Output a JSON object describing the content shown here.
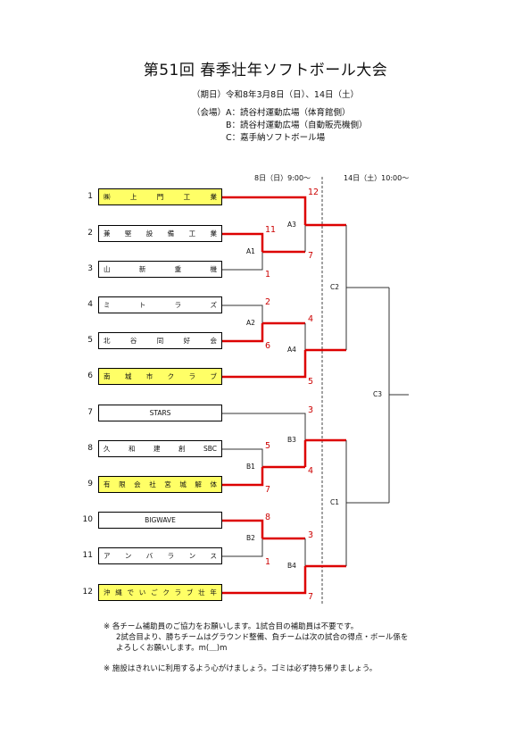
{
  "title": "第51回 春季壮年ソフトボール大会",
  "schedule": {
    "date_label": "（期日）",
    "date_value": "令和8年3月8日（日）、14日（土）",
    "venue_label": "（会場）",
    "venues": [
      "A：読谷村運動広場（体育館側）",
      "B：読谷村運動広場（自動販売機側）",
      "C：嘉手納ソフトボール場"
    ]
  },
  "columns": {
    "day1": "8日（日）9:00～",
    "day2": "14日（土）10:00～"
  },
  "teams": [
    {
      "num": "1",
      "chars": [
        "㈱",
        "上",
        "門",
        "工",
        "業"
      ],
      "hl": true
    },
    {
      "num": "2",
      "chars": [
        "兼",
        "堅",
        "設",
        "備",
        "工",
        "業"
      ],
      "hl": false
    },
    {
      "num": "3",
      "chars": [
        "山",
        "新",
        "重",
        "機"
      ],
      "hl": false
    },
    {
      "num": "4",
      "chars": [
        "ミ",
        "ト",
        "ラ",
        "ズ"
      ],
      "hl": false
    },
    {
      "num": "5",
      "chars": [
        "北",
        "谷",
        "同",
        "好",
        "会"
      ],
      "hl": false
    },
    {
      "num": "6",
      "chars": [
        "南",
        "城",
        "市",
        "ク",
        "ラ",
        "ブ"
      ],
      "hl": true
    },
    {
      "num": "7",
      "chars": [
        "STARS"
      ],
      "hl": false
    },
    {
      "num": "8",
      "chars": [
        "久",
        "和",
        "建",
        "創",
        "SBC"
      ],
      "hl": false
    },
    {
      "num": "9",
      "chars": [
        "有",
        "限",
        "会",
        "社",
        "宮",
        "城",
        "解",
        "体"
      ],
      "hl": true
    },
    {
      "num": "10",
      "chars": [
        "BIGWAVE"
      ],
      "hl": false
    },
    {
      "num": "11",
      "chars": [
        "ア",
        "ン",
        "バ",
        "ラ",
        "ン",
        "ス"
      ],
      "hl": false
    },
    {
      "num": "12",
      "chars": [
        "沖",
        "縄",
        "で",
        "い",
        "ご",
        "ク",
        "ラ",
        "ブ",
        "壮",
        "年"
      ],
      "hl": true
    }
  ],
  "games": [
    "A1",
    "A2",
    "A3",
    "A4",
    "B1",
    "B2",
    "B3",
    "B4",
    "C1",
    "C2",
    "C3"
  ],
  "scores": {
    "a1_top": "11",
    "a1_bot": "1",
    "a2_top": "2",
    "a2_bot": "6",
    "a3_top": "12",
    "a3_bot": "7",
    "a4_top": "4",
    "a4_bot": "5",
    "b1_top": "5",
    "b1_bot": "7",
    "b2_top": "8",
    "b2_bot": "1",
    "b3_top": "3",
    "b3_bot": "4",
    "b4_top": "3",
    "b4_bot": "7"
  },
  "notes": [
    "※ 各チーム補助員のご協力をお願いします。1試合目の補助員は不要です。",
    "2試合目より、勝ちチームはグラウンド整備、負チームは次の試合の得点・ボール係を",
    "よろしくお願いします。m(＿)m",
    "※ 施設はきれいに利用するよう心がけましょう。ゴミは必ず持ち帰りましょう。"
  ],
  "colors": {
    "winner_line": "#dd0000",
    "score_text": "#cc0000",
    "highlight": "#ffff66"
  }
}
